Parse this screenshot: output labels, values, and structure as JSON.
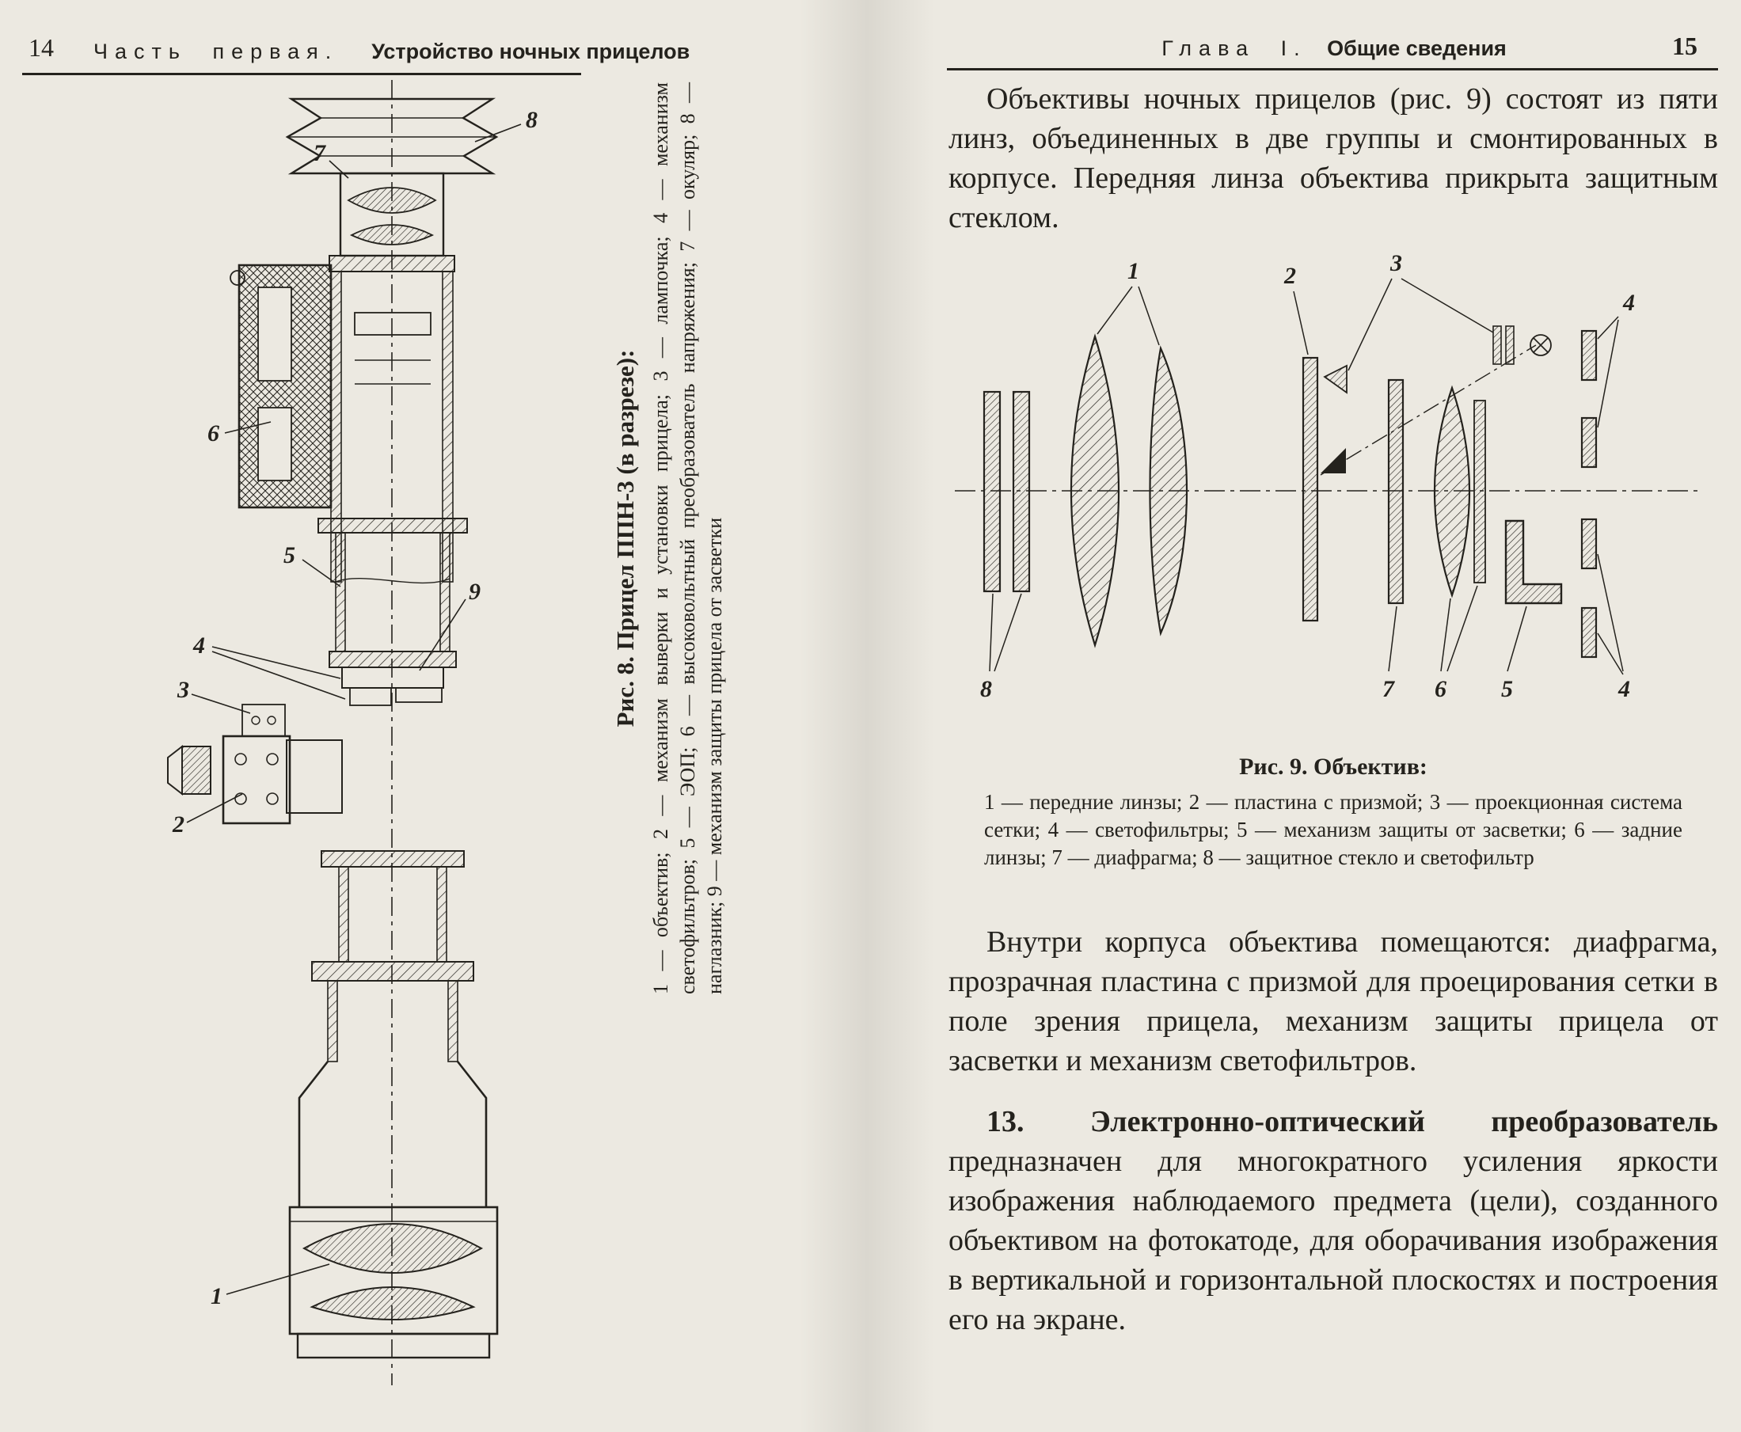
{
  "colors": {
    "ink": "#24221d",
    "paper": "#ece9e1"
  },
  "left_page": {
    "page_number": "14",
    "running_title_part": "Часть первая.",
    "running_title_section": "Устройство ночных прицелов",
    "figure8": {
      "caption_title": "Рис. 8. Прицел ППН-3 (в разрезе):",
      "caption_legend": "1 — объектив; 2 — механизм выверки и установки прицела; 3 — лампочка; 4 — механизм светофильтров; 5 — ЭОП; 6 — высоковольтный преобразователь напряжения; 7 — окуляр; 8 — наглазник; 9 — механизм защиты прицела от засветки",
      "labels": {
        "l1": "1",
        "l2": "2",
        "l3": "3",
        "l4": "4",
        "l5": "5",
        "l6": "6",
        "l7": "7",
        "l8": "8",
        "l9": "9"
      }
    }
  },
  "right_page": {
    "page_number": "15",
    "running_title_part": "Глава I.",
    "running_title_section": "Общие сведения",
    "paragraphs": {
      "intro": "Объективы ночных прицелов (рис. 9) состоят из пяти линз, объединенных в две группы и смонтированных в корпусе. Передняя линза объектива прикрыта защитным стеклом.",
      "body2": "Внутри корпуса объектива помещаются: диафрагма, прозрачная пластина с призмой для проецирования сетки в поле зрения прицела, механизм защиты прицела от засветки и механизм светофильтров.",
      "item13_bold": "13. Электронно-оптический преобразователь",
      "item13_rest": " предназначен для многократного усиления яркости изображения наблюдаемого предмета (цели), созданного объективом на фотокатоде, для оборачивания изображения в вертикальной и горизонтальной плоскостях и построения его на экране."
    },
    "figure9": {
      "caption_title": "Рис. 9. Объектив:",
      "caption_legend": "1 — передние линзы; 2 — пластина с призмой; 3 — проекционная система сетки; 4 — светофильтры; 5 — механизм защиты от засветки; 6 — задние линзы; 7 — диафрагма; 8 — защитное стекло и светофильтр",
      "labels": {
        "l1": "1",
        "l2": "2",
        "l3": "3",
        "l4": "4",
        "l5": "5",
        "l6": "6",
        "l7": "7",
        "l8": "8"
      }
    }
  }
}
